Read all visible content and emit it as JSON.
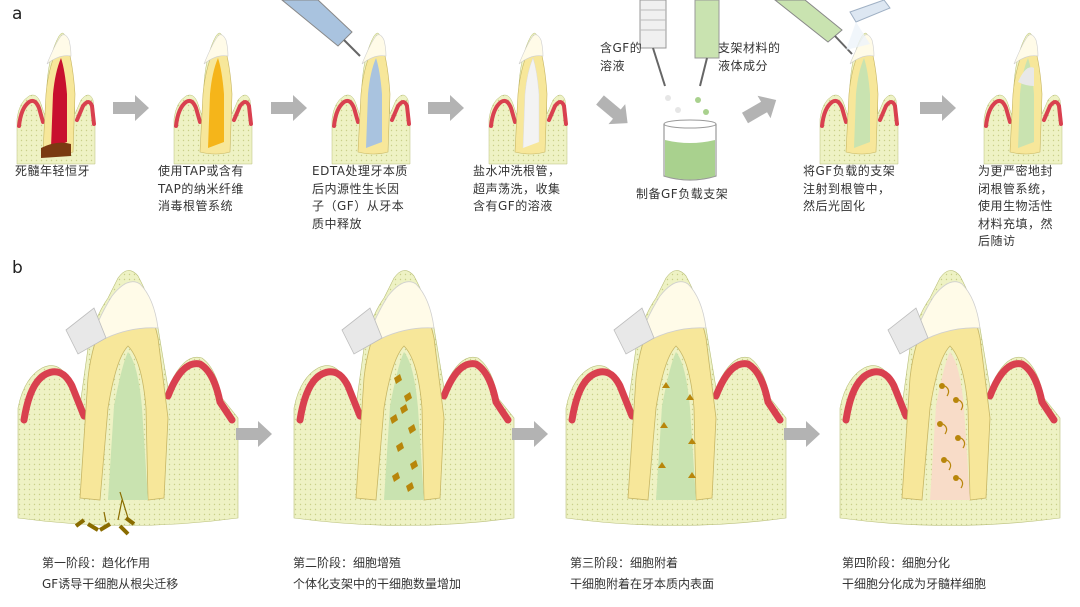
{
  "panel_a_label": "a",
  "panel_b_label": "b",
  "a_steps": [
    {
      "caption": "死髓年轻恒牙"
    },
    {
      "caption": "使用TAP或含有\nTAP的纳米纤维\n消毒根管系统"
    },
    {
      "caption": "EDTA处理牙本质\n后内源性生长因\n子（GF）从牙本\n质中释放"
    },
    {
      "caption": "盐水冲洗根管，\n超声荡洗，收集\n含有GF的溶液"
    },
    {
      "caption": "制备GF负载支架"
    },
    {
      "caption": "将GF负载的支架\n注射到根管中，\n然后光固化"
    },
    {
      "caption": "为更严密地封\n闭根管系统，\n使用生物活性\n材料充填，然\n后随访"
    }
  ],
  "syringe_labels": {
    "gf_solution": "含GF的\n溶液",
    "scaffold_liquid": "支架材料的\n液体成分"
  },
  "b_stages": [
    {
      "title": "第一阶段：趋化作用",
      "desc": "GF诱导干细胞从根尖迁移"
    },
    {
      "title": "第二阶段：细胞增殖",
      "desc": "个体化支架中的干细胞数量增加"
    },
    {
      "title": "第三阶段：细胞附着",
      "desc": "干细胞附着在牙本质内表面"
    },
    {
      "title": "第四阶段：细胞分化",
      "desc": "干细胞分化成为牙髓样细胞"
    }
  ],
  "colors": {
    "gum": "#d9404f",
    "bone": "#eef2c4",
    "dentin": "#f7e79a",
    "enamel": "#fffbe8",
    "scaffold": "#c9e3b0",
    "arrow": "#b3b3b3",
    "cell": "#b8860b"
  }
}
